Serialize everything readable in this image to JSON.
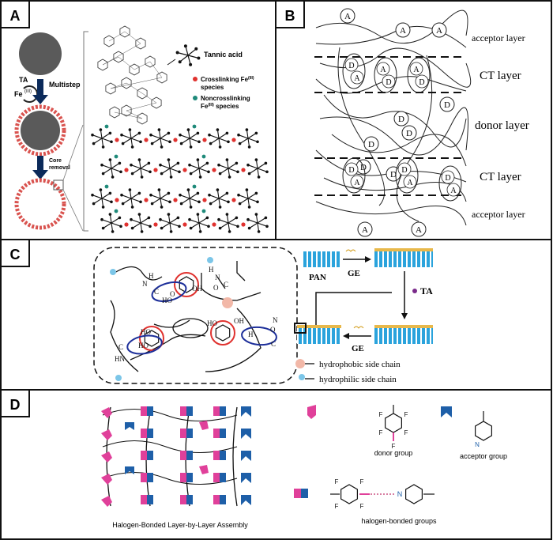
{
  "panel_a": {
    "label": "A",
    "ta_label": "TA",
    "fe_label": "Fe",
    "fe_sup": "(III)",
    "multistep_label": "Multistep",
    "core_removal_line1": "Core",
    "core_removal_line2": "removal",
    "tannic_acid_label": "Tannic acid",
    "crosslink_line1": "Crosslinking Fe",
    "crosslink_sup": "(III)",
    "crosslink_line2": "species",
    "noncrosslink_line1": "Noncrosslinking",
    "noncrosslink_line2": "Fe",
    "noncrosslink_sup": "(III)",
    "noncrosslink_line3": " species",
    "colors": {
      "crosslink": "#e0322f",
      "noncrosslink": "#1f8a7a",
      "core": "#5a5a5a",
      "shell": "#d9534f"
    }
  },
  "panel_b": {
    "label": "B",
    "acceptor_top": "acceptor layer",
    "ct_top": "CT layer",
    "donor": "donor layer",
    "ct_bottom": "CT layer",
    "acceptor_bottom": "acceptor layer",
    "a_letter": "A",
    "d_letter": "D"
  },
  "panel_c": {
    "label": "C",
    "pan_label": "PAN",
    "ge_label": "GE",
    "ge_label_bottom": "GE",
    "ta_label": "TA",
    "hydrophobic_label": "hydrophobic side chain",
    "hydrophilic_label": "hydrophilic side chain",
    "ho": "HO",
    "oh": "OH",
    "o": "O",
    "h": "H",
    "n": "N",
    "c": "C",
    "hn": "HN",
    "colors": {
      "membrane": "#2aa3dc",
      "ring": "#e0322f",
      "hbond": "#1d2f9a",
      "hydrophobic": "#f2b8a8",
      "hydrophilic": "#7cc6e8",
      "ta_dot": "#7a2a8a"
    }
  },
  "panel_d": {
    "label": "D",
    "donor_group_label": "donor group",
    "acceptor_group_label": "acceptor group",
    "assembly_label": "Halogen-Bonded Layer-by-Layer Assembly",
    "halogen_bonded_label": "halogen-bonded groups",
    "f": "F",
    "n": "N",
    "colors": {
      "donor": "#e0409a",
      "acceptor": "#1e5fa8"
    }
  }
}
